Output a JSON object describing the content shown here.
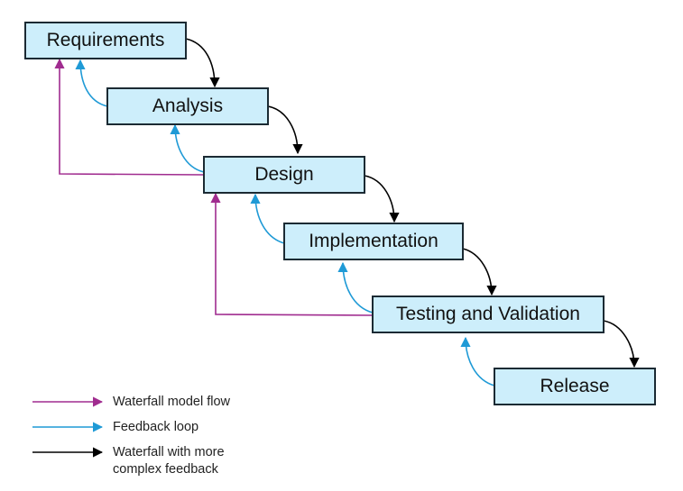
{
  "stages": [
    {
      "label": "Requirements"
    },
    {
      "label": "Analysis"
    },
    {
      "label": "Design"
    },
    {
      "label": "Implementation"
    },
    {
      "label": "Testing and Validation"
    },
    {
      "label": "Release"
    }
  ],
  "legend": {
    "waterfall_model_flow": "Waterfall model flow",
    "feedback_loop": "Feedback loop",
    "complex_feedback_line1": "Waterfall with more",
    "complex_feedback_line2": "complex feedback"
  },
  "colors": {
    "box_fill": "#cdeefb",
    "box_border": "#1b2a33",
    "waterfall_model_flow": "#a02c8f",
    "feedback_loop": "#1f9ad6",
    "complex_feedback": "#000000"
  }
}
